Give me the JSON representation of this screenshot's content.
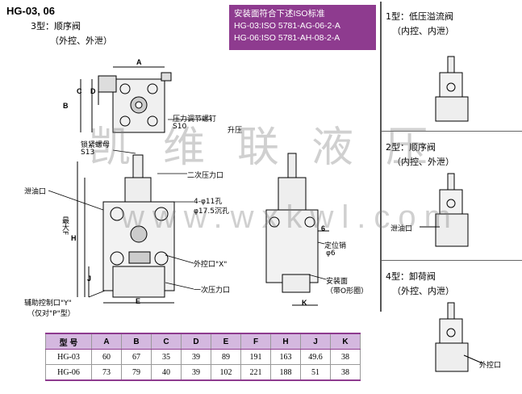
{
  "title": "HG-03, 06",
  "section_main": {
    "type_label": "3型：顺序阀",
    "subtitle": "（外控、外泄）"
  },
  "standard_box": {
    "line1": "安装面符合下述ISO标准",
    "line2": "HG-03:ISO 5781-AG-06-2-A",
    "line3": "HG-06:ISO 5781-AH-08-2-A"
  },
  "side_types": [
    {
      "label": "1型：低压溢流阀",
      "subtitle": "（内控、内泄）"
    },
    {
      "label": "2型：顺序阀",
      "subtitle": "（内控、外泄）",
      "callout": "泄油口"
    },
    {
      "label": "4型：卸荷阀",
      "subtitle": "（外控、内泄）",
      "callout": "外控口"
    }
  ],
  "callouts": {
    "pressure_screw": "压力调节螺钉",
    "s10": "S10",
    "raise": "升压",
    "lock_nut": "锁紧螺母",
    "s13": "S13",
    "secondary_port": "二次压力口",
    "holes_1": "4-φ11孔",
    "holes_2": "φ17.5沉孔",
    "drain_port": "泄油口",
    "ext_control": "外控口\"X\"",
    "primary_port": "一次压力口",
    "aux_port": "辅助控制口\"Y\"",
    "aux_note": "（仅对\"P\"型）",
    "locating_pin": "定位销",
    "pin_size": "φ6",
    "mount_face": "安装面",
    "o_ring": "（带O形圈）",
    "max_h": "最大F"
  },
  "dims": {
    "A": "A",
    "B": "B",
    "C": "C",
    "D": "D",
    "E": "E",
    "H": "H",
    "J": "J",
    "K": "K",
    "six": "6"
  },
  "watermark": {
    "text": "凯维联液压",
    "url": "www.wxkwl.com"
  },
  "table": {
    "headers": [
      "型 号",
      "A",
      "B",
      "C",
      "D",
      "E",
      "F",
      "H",
      "J",
      "K"
    ],
    "rows": [
      [
        "HG-03",
        "60",
        "67",
        "35",
        "39",
        "89",
        "191",
        "163",
        "49.6",
        "38"
      ],
      [
        "HG-06",
        "73",
        "79",
        "40",
        "39",
        "102",
        "221",
        "188",
        "51",
        "38"
      ]
    ]
  }
}
